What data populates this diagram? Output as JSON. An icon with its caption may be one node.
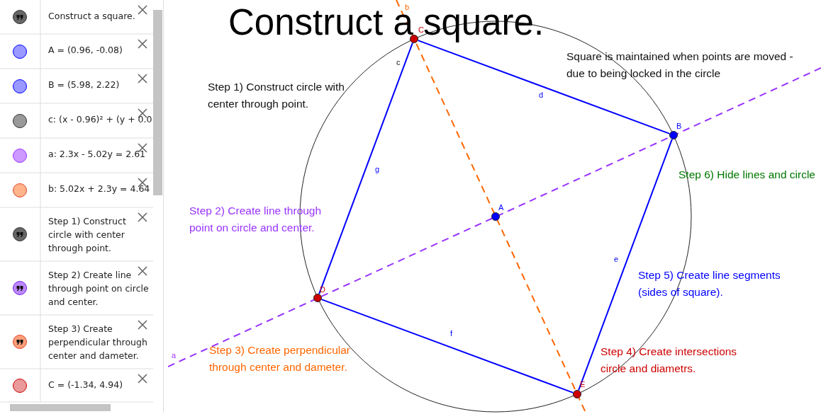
{
  "diagram": {
    "title": "Construct a square.",
    "nodes": [
      {
        "text": [],
        "shape": "circle",
        "beside": [
          "C"
        ]
      },
      {
        "text": [],
        "shape": "circle",
        "beside": [
          "B"
        ]
      },
      {
        "text": [],
        "shape": "circle",
        "beside": [
          "A"
        ]
      },
      {
        "text": [],
        "shape": "circle",
        "beside": [
          "D"
        ]
      },
      {
        "text": [],
        "shape": "circle",
        "beside": [
          "E"
        ]
      }
    ],
    "edges": [
      {
        "from": 0,
        "to": 1,
        "arrow": "none",
        "label": "d"
      },
      {
        "from": 1,
        "to": 4,
        "arrow": "none",
        "label": "e"
      },
      {
        "from": 4,
        "to": 3,
        "arrow": "none",
        "label": "f"
      },
      {
        "from": 3,
        "to": 0,
        "arrow": "none",
        "label": "g"
      }
    ],
    "labels": [
      "Construct a square.",
      "A = (0.96, -0.08)",
      "B = (5.98, 2.22)",
      "c: (x - 0.96)² + (y + 0.0",
      "a: 2.3x - 5.02y = 2.61",
      "b: 5.02x + 2.3y = 4.64",
      "Step 1) Construct circle with center through point.",
      "Step 2) Create line through point on circle and center.",
      "Step 3) Create perpendicular through center and dameter.",
      "C = (-1.34, 4.94)",
      "b",
      "c",
      "Square is maintained when points are moved - due to being locked in the circle",
      "Step 1) Construct circle with center through point.",
      "Step 6) Hide lines and circle",
      "Step 2) Create line through point on circle and center.",
      "Step 5) Create line segments (sides of square).",
      "Step 3) Create perpendicular through center and dameter.",
      "Step 4) Create intersections circle and diametrs.",
      "a"
    ]
  }
}
